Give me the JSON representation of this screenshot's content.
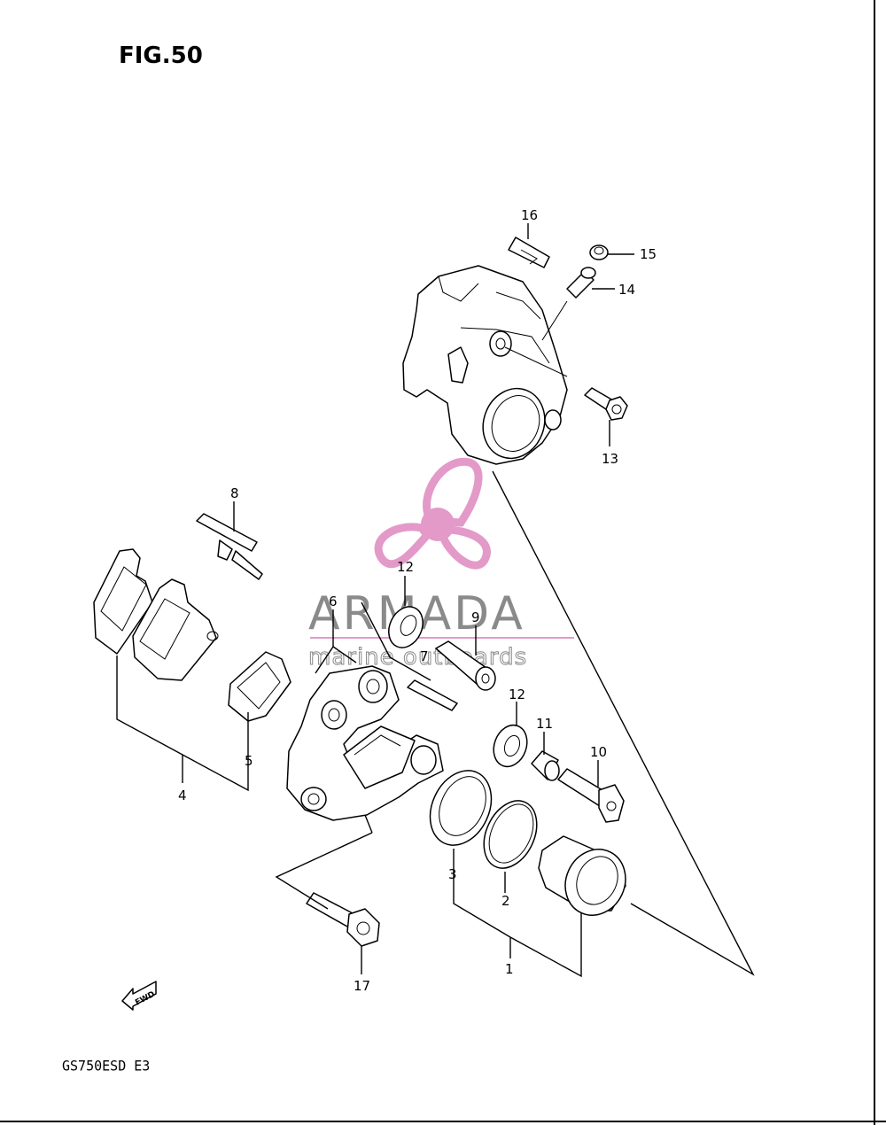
{
  "figure": {
    "title": "FIG.50"
  },
  "model_code": "GS750ESD E3",
  "watermark": {
    "brand": "ARMADA",
    "tagline": "marine outboards",
    "colors": {
      "propeller": "#e39ac8",
      "text": "#8a8a8a"
    }
  },
  "direction_marker": {
    "label": "FWD",
    "icon": "fwd-arrow-icon"
  },
  "callouts": [
    {
      "number": "1"
    },
    {
      "number": "2"
    },
    {
      "number": "3"
    },
    {
      "number": "4"
    },
    {
      "number": "5"
    },
    {
      "number": "6"
    },
    {
      "number": "7"
    },
    {
      "number": "8"
    },
    {
      "number": "9"
    },
    {
      "number": "10"
    },
    {
      "number": "11"
    },
    {
      "number": "12"
    },
    {
      "number": "12"
    },
    {
      "number": "13"
    },
    {
      "number": "14"
    },
    {
      "number": "15"
    },
    {
      "number": "16"
    },
    {
      "number": "17"
    }
  ]
}
